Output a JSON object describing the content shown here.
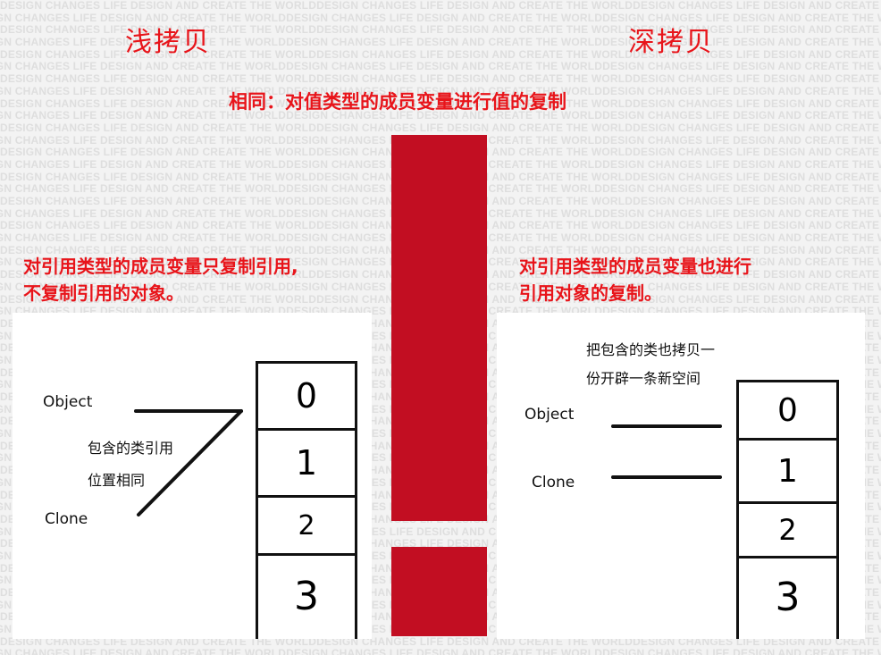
{
  "background": {
    "watermark_line": "DESIGN CHANGES LIFE DESIGN AND CREATE THE WORLDDESIGN CHANGES LIFE DESIGN AND CREATE THE WORLDDESIGN CHANGES LIFE DESIGN AND CREATE THE WORLD"
  },
  "titles": {
    "shallow": "浅拷贝",
    "deep": "深拷贝",
    "common": "相同：对值类型的成员变量进行值的复制"
  },
  "shallow": {
    "desc_line1": "对引用类型的成员变量只复制引用,",
    "desc_line2": "不复制引用的对象。",
    "object_label": "Object",
    "clone_label": "Clone",
    "note_line1": "包含的类引用",
    "note_line2": "位置相同",
    "cells": [
      "0",
      "1",
      "2",
      "3"
    ]
  },
  "deep": {
    "desc_line1": "对引用类型的成员变量也进行",
    "desc_line2": "引用对象的复制。",
    "object_label": "Object",
    "clone_label": "Clone",
    "note_line1": "把包含的类也拷贝一",
    "note_line2": "份开辟一条新空间",
    "cells": [
      "0",
      "1",
      "2",
      "3"
    ]
  },
  "colors": {
    "accent_red": "#e8141a",
    "bar_red": "#c20e22"
  }
}
